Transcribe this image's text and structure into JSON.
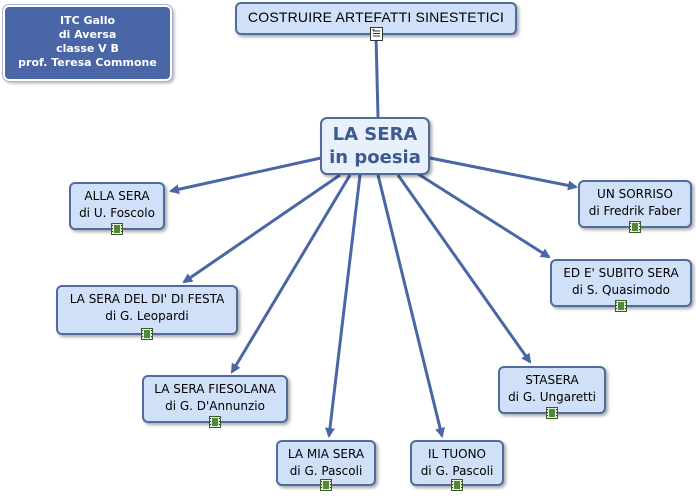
{
  "info_box": {
    "lines": [
      "ITC Gallo",
      "di Aversa",
      "classe V B",
      "prof. Teresa Commone"
    ]
  },
  "top_concept": {
    "label": "COSTRUIRE ARTEFATTI SINESTETICI",
    "icon": "document-icon"
  },
  "center_concept": {
    "lines": [
      "LA SERA",
      "in poesia"
    ]
  },
  "concepts": [
    {
      "id": "alla-sera",
      "lines": [
        "ALLA SERA",
        "di U. Foscolo"
      ],
      "icon": "film-icon"
    },
    {
      "id": "sera-di-festa",
      "lines": [
        "LA SERA DEL DI' DI FESTA",
        "di G. Leopardi"
      ],
      "icon": "film-icon"
    },
    {
      "id": "sera-fiesolana",
      "lines": [
        "LA SERA FIESOLANA",
        "di G. D'Annunzio"
      ],
      "icon": "film-icon"
    },
    {
      "id": "mia-sera",
      "lines": [
        "LA MIA SERA",
        "di G. Pascoli"
      ],
      "icon": "film-icon"
    },
    {
      "id": "tuono",
      "lines": [
        "IL TUONO",
        "di G. Pascoli"
      ],
      "icon": "film-icon"
    },
    {
      "id": "stasera",
      "lines": [
        "STASERA",
        "di G. Ungaretti"
      ],
      "icon": "film-icon"
    },
    {
      "id": "subito-sera",
      "lines": [
        "ED E' SUBITO SERA",
        "di S. Quasimodo"
      ],
      "icon": "film-icon"
    },
    {
      "id": "sorriso",
      "lines": [
        "UN SORRISO",
        "di Fredrik Faber"
      ],
      "icon": "film-icon"
    }
  ],
  "colors": {
    "node_fill": "#cfe0f8",
    "node_border": "#4f6c9f",
    "arrow": "#4a66a6",
    "info_fill": "#4a66a6",
    "center_text": "#3d5a8e"
  }
}
